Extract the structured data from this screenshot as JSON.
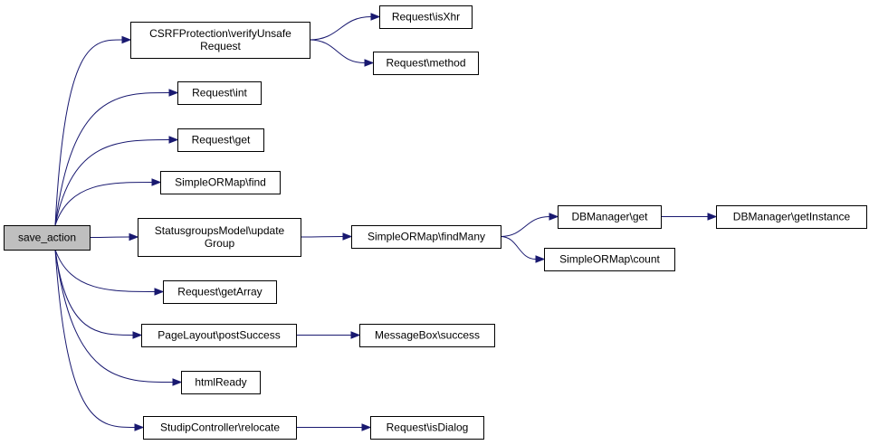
{
  "graph": {
    "nodes": [
      {
        "id": "save_action",
        "lines": [
          "save_action"
        ],
        "root": true
      },
      {
        "id": "csrf",
        "lines": [
          "CSRFProtection\\verifyUnsafe",
          "Request"
        ]
      },
      {
        "id": "isxhr",
        "lines": [
          "Request\\isXhr"
        ]
      },
      {
        "id": "method",
        "lines": [
          "Request\\method"
        ]
      },
      {
        "id": "req_int",
        "lines": [
          "Request\\int"
        ]
      },
      {
        "id": "req_get",
        "lines": [
          "Request\\get"
        ]
      },
      {
        "id": "orm_find",
        "lines": [
          "SimpleORMap\\find"
        ]
      },
      {
        "id": "update_group",
        "lines": [
          "StatusgroupsModel\\update",
          "Group"
        ]
      },
      {
        "id": "find_many",
        "lines": [
          "SimpleORMap\\findMany"
        ]
      },
      {
        "id": "db_get",
        "lines": [
          "DBManager\\get"
        ]
      },
      {
        "id": "db_instance",
        "lines": [
          "DBManager\\getInstance"
        ]
      },
      {
        "id": "orm_count",
        "lines": [
          "SimpleORMap\\count"
        ]
      },
      {
        "id": "get_array",
        "lines": [
          "Request\\getArray"
        ]
      },
      {
        "id": "post_success",
        "lines": [
          "PageLayout\\postSuccess"
        ]
      },
      {
        "id": "msg_success",
        "lines": [
          "MessageBox\\success"
        ]
      },
      {
        "id": "html_ready",
        "lines": [
          "htmlReady"
        ]
      },
      {
        "id": "relocate",
        "lines": [
          "StudipController\\relocate"
        ]
      },
      {
        "id": "is_dialog",
        "lines": [
          "Request\\isDialog"
        ]
      }
    ],
    "edges": [
      {
        "from": "save_action",
        "to": "csrf"
      },
      {
        "from": "csrf",
        "to": "isxhr"
      },
      {
        "from": "csrf",
        "to": "method"
      },
      {
        "from": "save_action",
        "to": "req_int"
      },
      {
        "from": "save_action",
        "to": "req_get"
      },
      {
        "from": "save_action",
        "to": "orm_find"
      },
      {
        "from": "save_action",
        "to": "update_group"
      },
      {
        "from": "update_group",
        "to": "find_many"
      },
      {
        "from": "find_many",
        "to": "db_get"
      },
      {
        "from": "db_get",
        "to": "db_instance"
      },
      {
        "from": "find_many",
        "to": "orm_count"
      },
      {
        "from": "save_action",
        "to": "get_array"
      },
      {
        "from": "save_action",
        "to": "post_success"
      },
      {
        "from": "post_success",
        "to": "msg_success"
      },
      {
        "from": "save_action",
        "to": "html_ready"
      },
      {
        "from": "save_action",
        "to": "relocate"
      },
      {
        "from": "relocate",
        "to": "is_dialog"
      }
    ]
  }
}
